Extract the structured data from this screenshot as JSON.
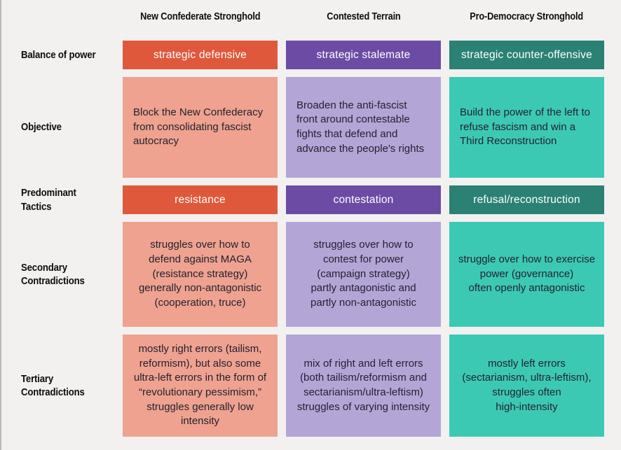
{
  "colors": {
    "page_bg": "#f2f1f0",
    "edge_line": "#b9b9b9",
    "badge_text": "#ffffff",
    "cell_text": "#232230",
    "label_text": "#0d0d0d",
    "col1_dark": "#e0583c",
    "col1_light": "#efa28f",
    "col2_dark": "#6c4ba4",
    "col2_light": "#b4a5d7",
    "col3_dark": "#2a8174",
    "col3_light": "#3cc9b4"
  },
  "table": {
    "columns": [
      {
        "header": "New Confederate Stronghold",
        "dark": "#e0583c",
        "light": "#efa28f"
      },
      {
        "header": "Contested Terrain",
        "dark": "#6c4ba4",
        "light": "#b4a5d7"
      },
      {
        "header": "Pro-Democracy Stronghold",
        "dark": "#2a8174",
        "light": "#3cc9b4"
      }
    ],
    "rows": [
      {
        "label": "Balance of power",
        "type": "badge",
        "cells": [
          "strategic defensive",
          "strategic stalemate",
          "strategic counter-offensive"
        ]
      },
      {
        "label": "Objective",
        "type": "text-left",
        "cells": [
          "Block the New Confederacy\nfrom consolidating fascist\nautocracy",
          "Broaden the anti-fascist\nfront around contestable\nfights that defend and\nadvance the people's rights",
          "Build the power of the left to\nrefuse fascism and win a\nThird Reconstruction"
        ]
      },
      {
        "label": "Predominant Tactics",
        "type": "badge",
        "cells": [
          "resistance",
          "contestation",
          "refusal/reconstruction"
        ]
      },
      {
        "label": "Secondary\nContradictions",
        "type": "text-center",
        "cells": [
          "struggles over how to\ndefend against MAGA\n(resistance strategy)\ngenerally non-antagonistic\n(cooperation, truce)",
          "struggles over how to\ncontest for power\n(campaign strategy)\npartly antagonistic and\npartly non-antagonistic",
          "struggle over how to exercise\npower (governance)\noften openly antagonistic"
        ]
      },
      {
        "label": "Tertiary\nContradictions",
        "type": "text-center",
        "cells": [
          "mostly right errors (tailism,\nreformism), but also some\nultra-left errors in the form of\n“revolutionary pessimism,”\nstruggles generally low\nintensity",
          "mix of right and left errors\n(both tailism/reformism and\nsectarianism/ultra-leftism)\nstruggles of varying intensity",
          "mostly left errors\n(sectarianism, ultra-leftism),\nstruggles often\nhigh-intensity"
        ]
      }
    ]
  }
}
